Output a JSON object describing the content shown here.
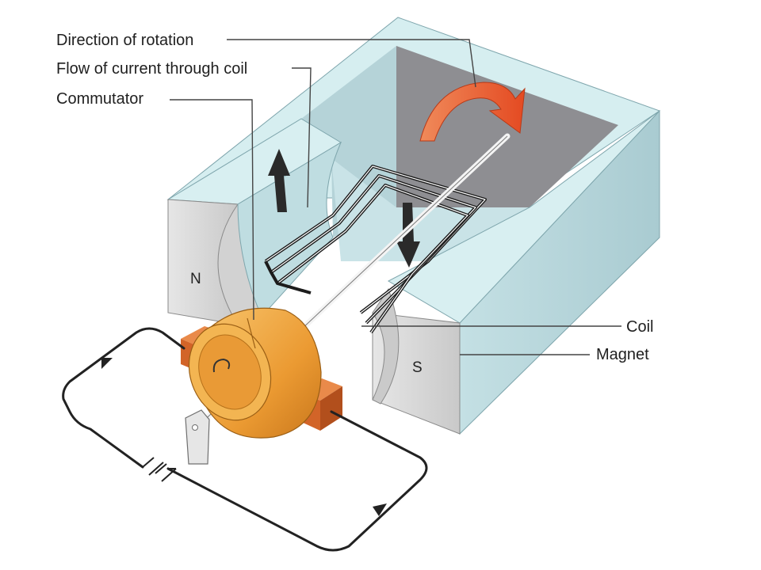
{
  "labels": {
    "direction_of_rotation": "Direction of rotation",
    "flow_of_current": "Flow of current through coil",
    "commutator": "Commutator",
    "coil": "Coil",
    "magnet": "Magnet"
  },
  "poles": {
    "north": "N",
    "south": "S"
  },
  "colors": {
    "magnet_face": "#cfe9ec",
    "magnet_top": "#dff2f3",
    "magnet_side": "#b8d6db",
    "magnet_end": "#dcdcdc",
    "back_wall": "#8c8c90",
    "rotation_arrow": "#e8502a",
    "commutator": "#eea23a",
    "brush": "#d96a28"
  }
}
